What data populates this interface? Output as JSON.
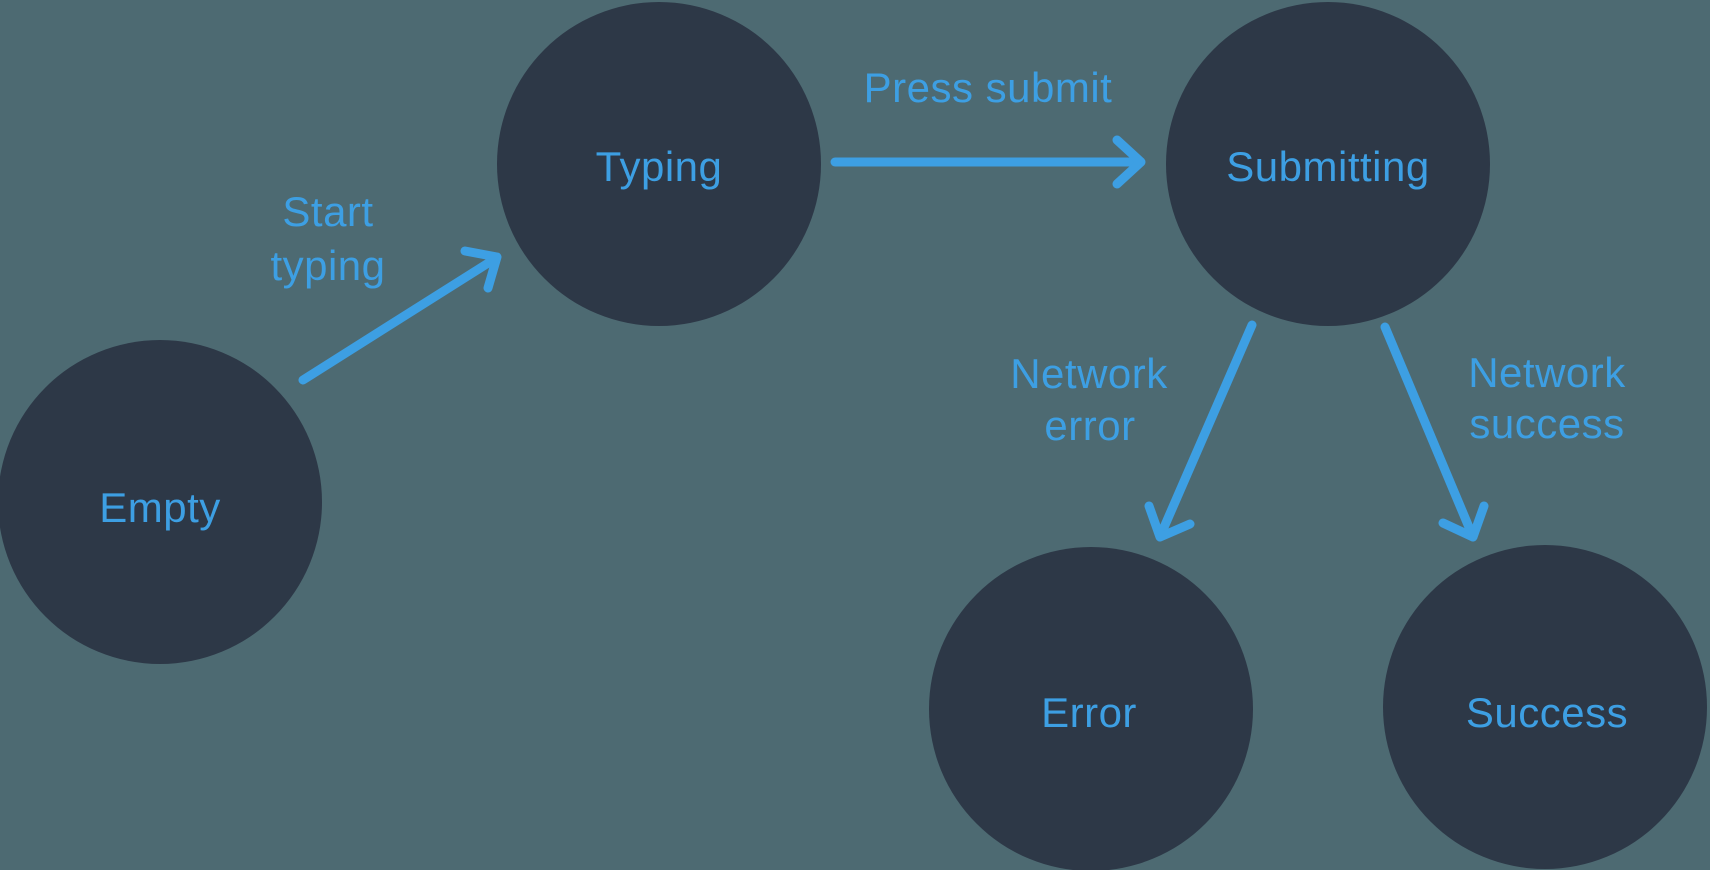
{
  "diagram": {
    "type": "state-machine",
    "colors": {
      "background": "#4D6A72",
      "node": "#2D3847",
      "accent": "#3D9FE3"
    },
    "states": [
      {
        "id": "empty",
        "label": "Empty"
      },
      {
        "id": "typing",
        "label": "Typing"
      },
      {
        "id": "submitting",
        "label": "Submitting"
      },
      {
        "id": "error",
        "label": "Error"
      },
      {
        "id": "success",
        "label": "Success"
      }
    ],
    "transitions": [
      {
        "id": "start-typing",
        "from": "empty",
        "to": "typing",
        "label": "Start typing",
        "lines": [
          "Start",
          "typing"
        ]
      },
      {
        "id": "press-submit",
        "from": "typing",
        "to": "submitting",
        "label": "Press submit",
        "lines": [
          "Press submit"
        ]
      },
      {
        "id": "network-error",
        "from": "submitting",
        "to": "error",
        "label": "Network error",
        "lines": [
          "Network",
          "error"
        ]
      },
      {
        "id": "network-success",
        "from": "submitting",
        "to": "success",
        "label": "Network success",
        "lines": [
          "Network",
          "success"
        ]
      }
    ]
  }
}
